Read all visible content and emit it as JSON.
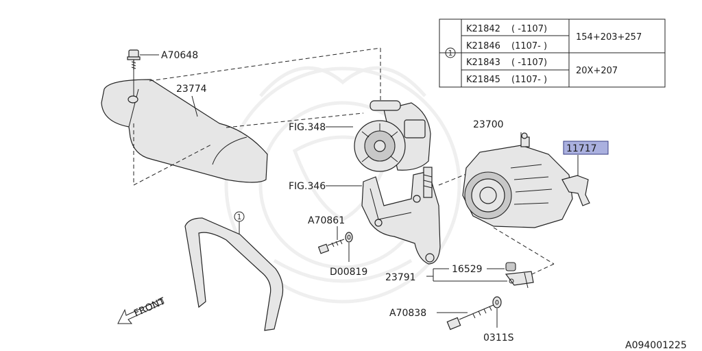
{
  "labels": {
    "a70648": "A70648",
    "p23774": "23774",
    "fig348": "FIG.348",
    "fig346": "FIG.346",
    "p23700": "23700",
    "p11717": "11717",
    "a70861": "A70861",
    "d00819": "D00819",
    "p23791": "23791",
    "p16529": "16529",
    "a70838": "A70838",
    "p0311s": "0311S",
    "callout_belt": "1",
    "front": "FRONT",
    "ref_code": "A094001225"
  },
  "table": {
    "callout": "1",
    "rows": [
      {
        "part": "K21842",
        "range": "( -1107)"
      },
      {
        "part": "K21846",
        "range": "(1107- )"
      },
      {
        "part": "K21843",
        "range": "( -1107)"
      },
      {
        "part": "K21845",
        "range": "(1107- )"
      }
    ],
    "groups": [
      "154+203+257",
      "20X+207"
    ]
  }
}
